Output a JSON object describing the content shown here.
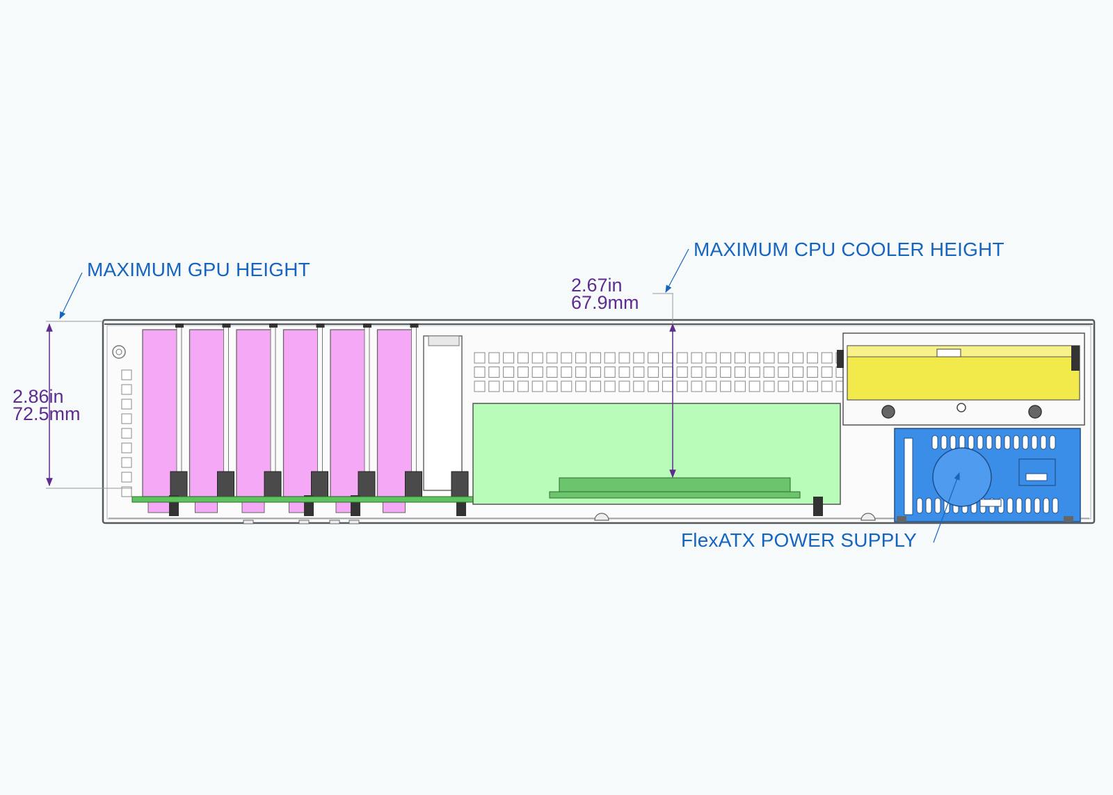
{
  "colors": {
    "background": "#f7fafa",
    "callout_text": "#1565c0",
    "dimension_text": "#5e2b8f",
    "gpu_slot": "#f5a8f5",
    "cpu_cooler_zone": "#b9fbb8",
    "drive_cage": "#f2ea4a",
    "power_supply": "#3b8ee8",
    "board": "#5ec35e",
    "outline": "#555a5e"
  },
  "callouts": {
    "gpu_height": "MAXIMUM GPU HEIGHT",
    "cpu_cooler_height": "MAXIMUM CPU COOLER HEIGHT",
    "power_supply": "FlexATX POWER SUPPLY"
  },
  "dimensions": {
    "gpu": {
      "inches": "2.86in",
      "millimeters": "72.5mm"
    },
    "cpu_cooler": {
      "inches": "2.67in",
      "millimeters": "67.9mm"
    }
  },
  "component_count": {
    "gpu_slots": 6
  },
  "icons": [
    "callout-arrow-icon",
    "dimension-arrow-icon",
    "screw-icon",
    "fan-icon"
  ]
}
